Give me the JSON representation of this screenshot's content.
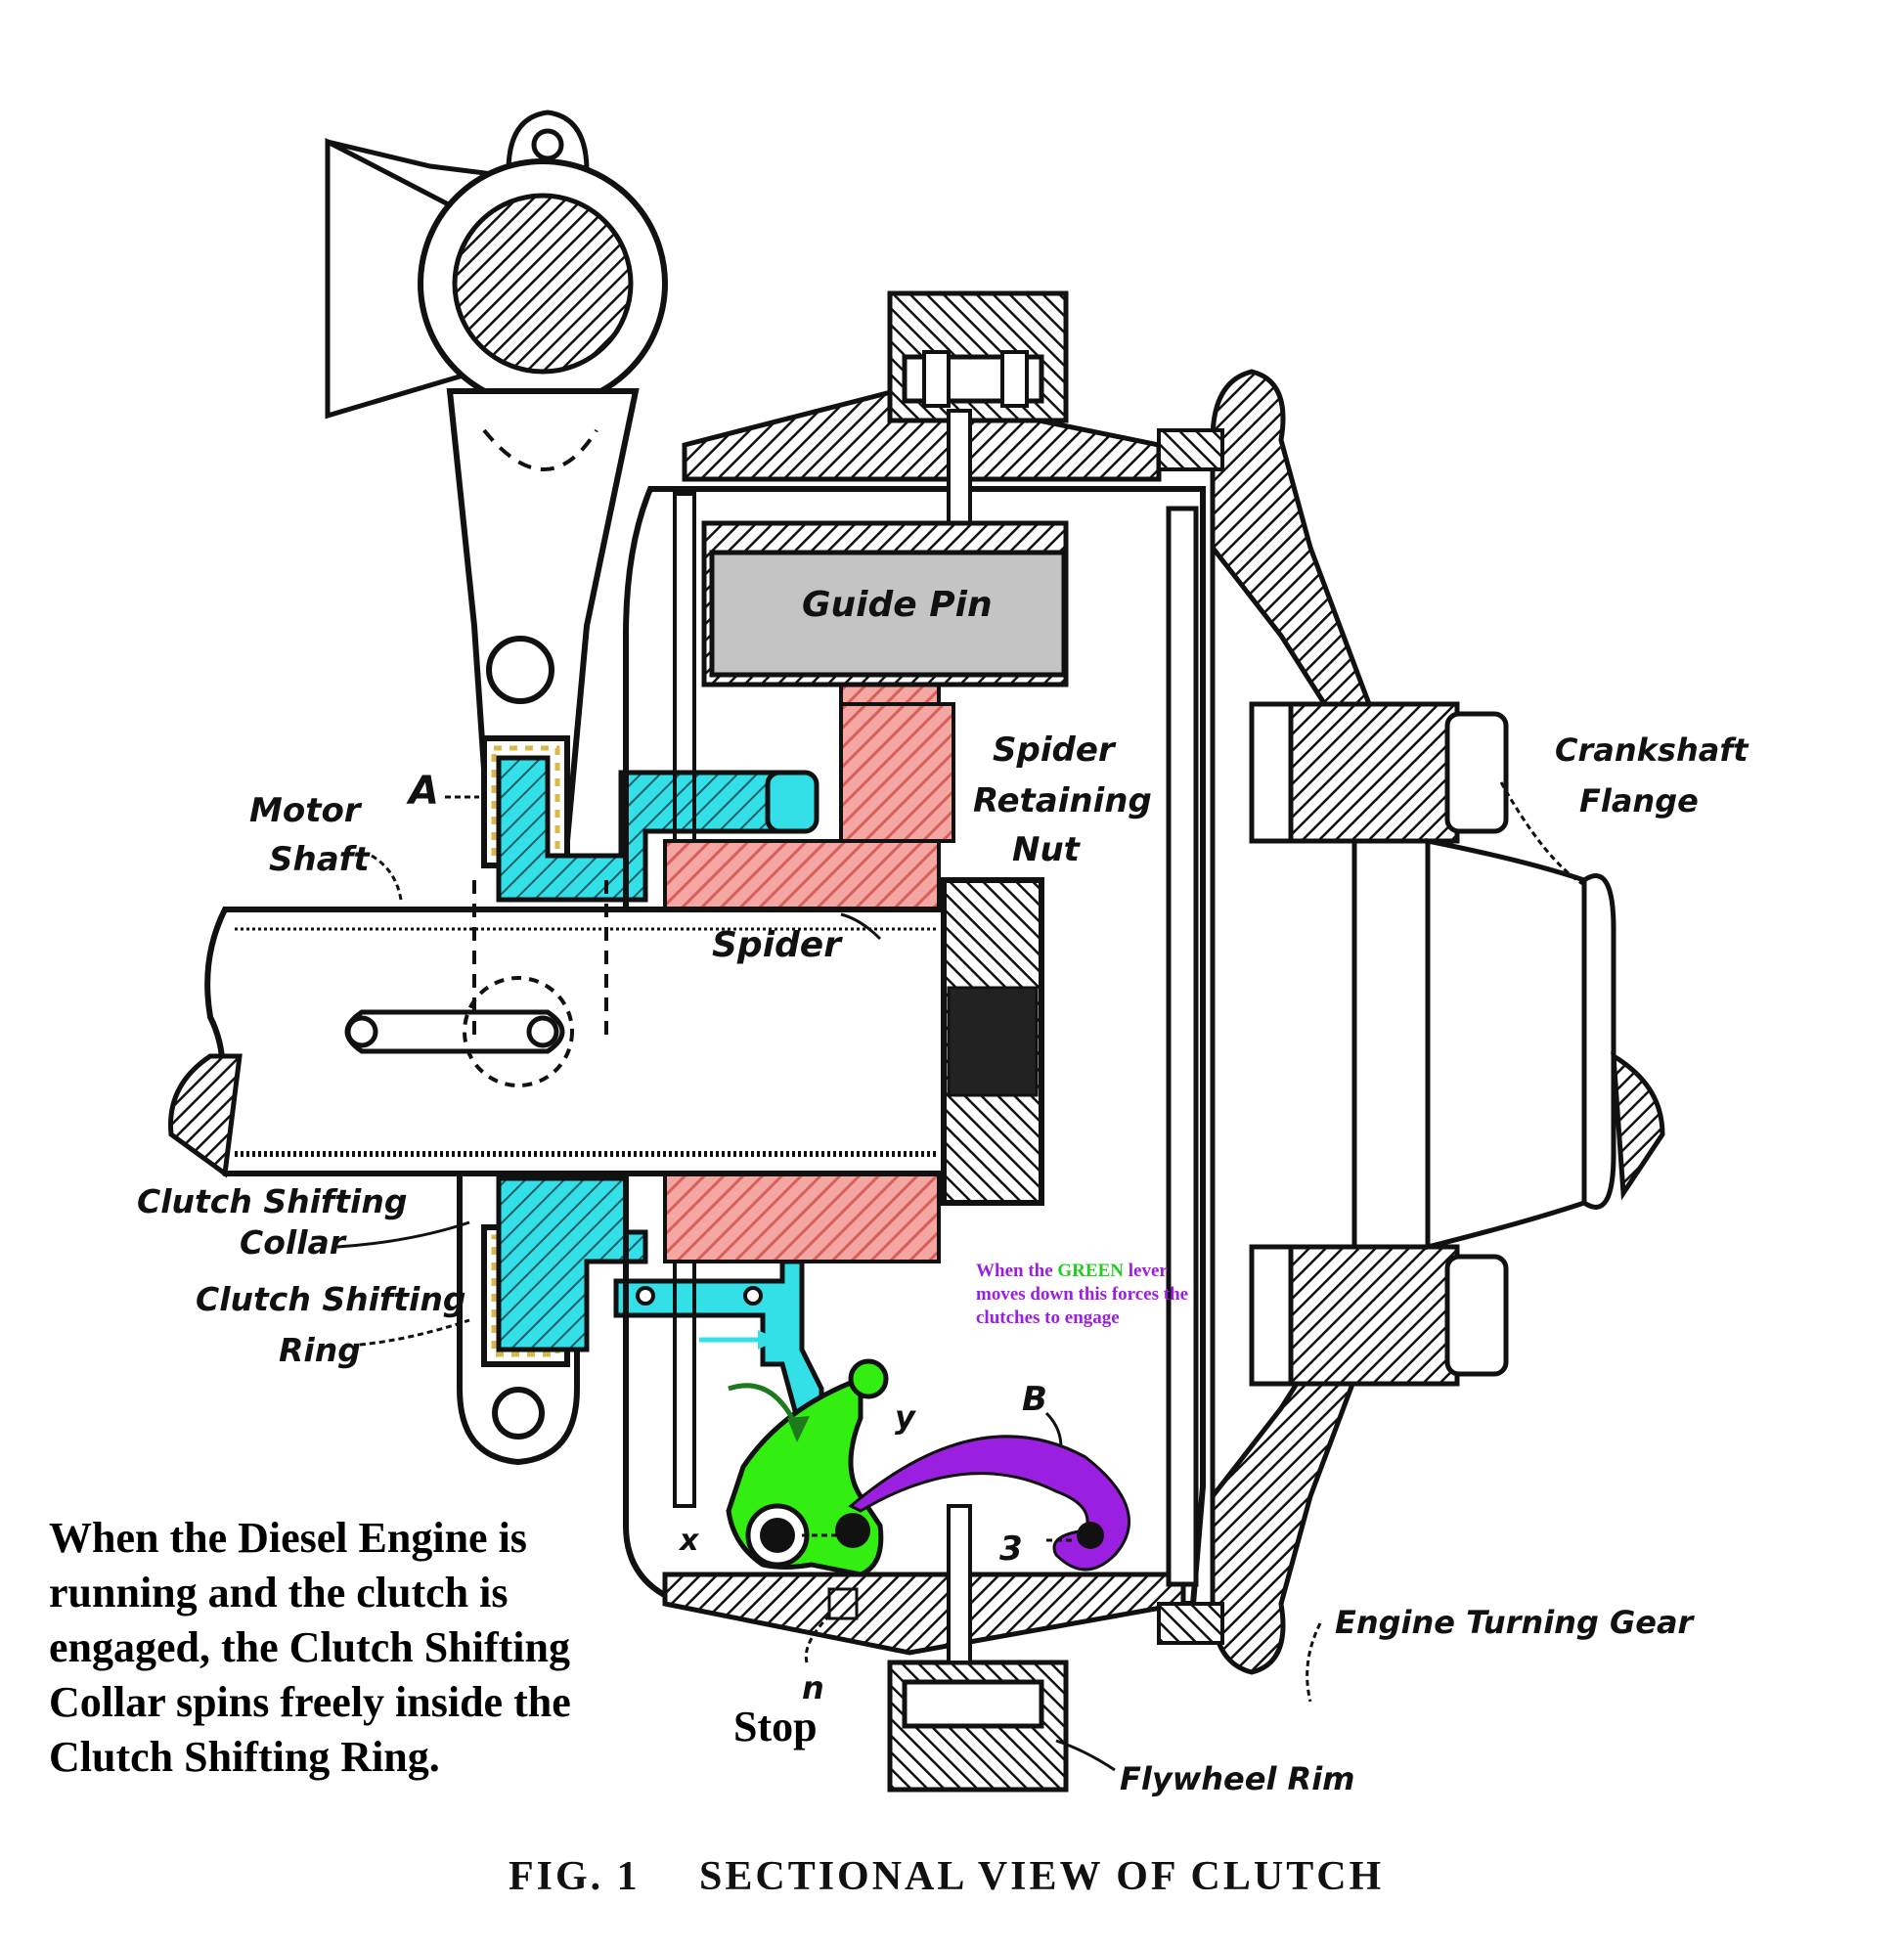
{
  "figure": {
    "caption_fig": "FIG. 1",
    "caption_title": "SECTIONAL VIEW OF CLUTCH"
  },
  "labels": {
    "guide_pin": "Guide Pin",
    "motor_shaft_1": "Motor",
    "motor_shaft_2": "Shaft",
    "a": "A",
    "spider": "Spider",
    "spider_nut_1": "Spider",
    "spider_nut_2": "Retaining",
    "spider_nut_3": "Nut",
    "crank_1": "Crankshaft",
    "crank_2": "Flange",
    "collar_1": "Clutch Shifting",
    "collar_2": "Collar",
    "ring_1": "Clutch Shifting",
    "ring_2": "Ring",
    "b": "B",
    "y": "y",
    "x": "x",
    "z": "3",
    "n": "n",
    "stop": "Stop",
    "turning_gear": "Engine Turning Gear",
    "flywheel": "Flywheel Rim"
  },
  "notes": {
    "main": "When the Diesel Engine is running and the clutch is engaged, the Clutch Shifting Collar spins freely inside the Clutch Shifting Ring.",
    "purple_1": "When the ",
    "purple_green": "GREEN",
    "purple_2": " lever moves down this forces the clutches to engage"
  },
  "colors": {
    "cyan": "#33e0e8",
    "salmon": "#ee8a86",
    "green": "#33ee11",
    "purple": "#9a1fe0",
    "gray_pin": "#c4c4c4",
    "gold": "#d8b84a"
  }
}
